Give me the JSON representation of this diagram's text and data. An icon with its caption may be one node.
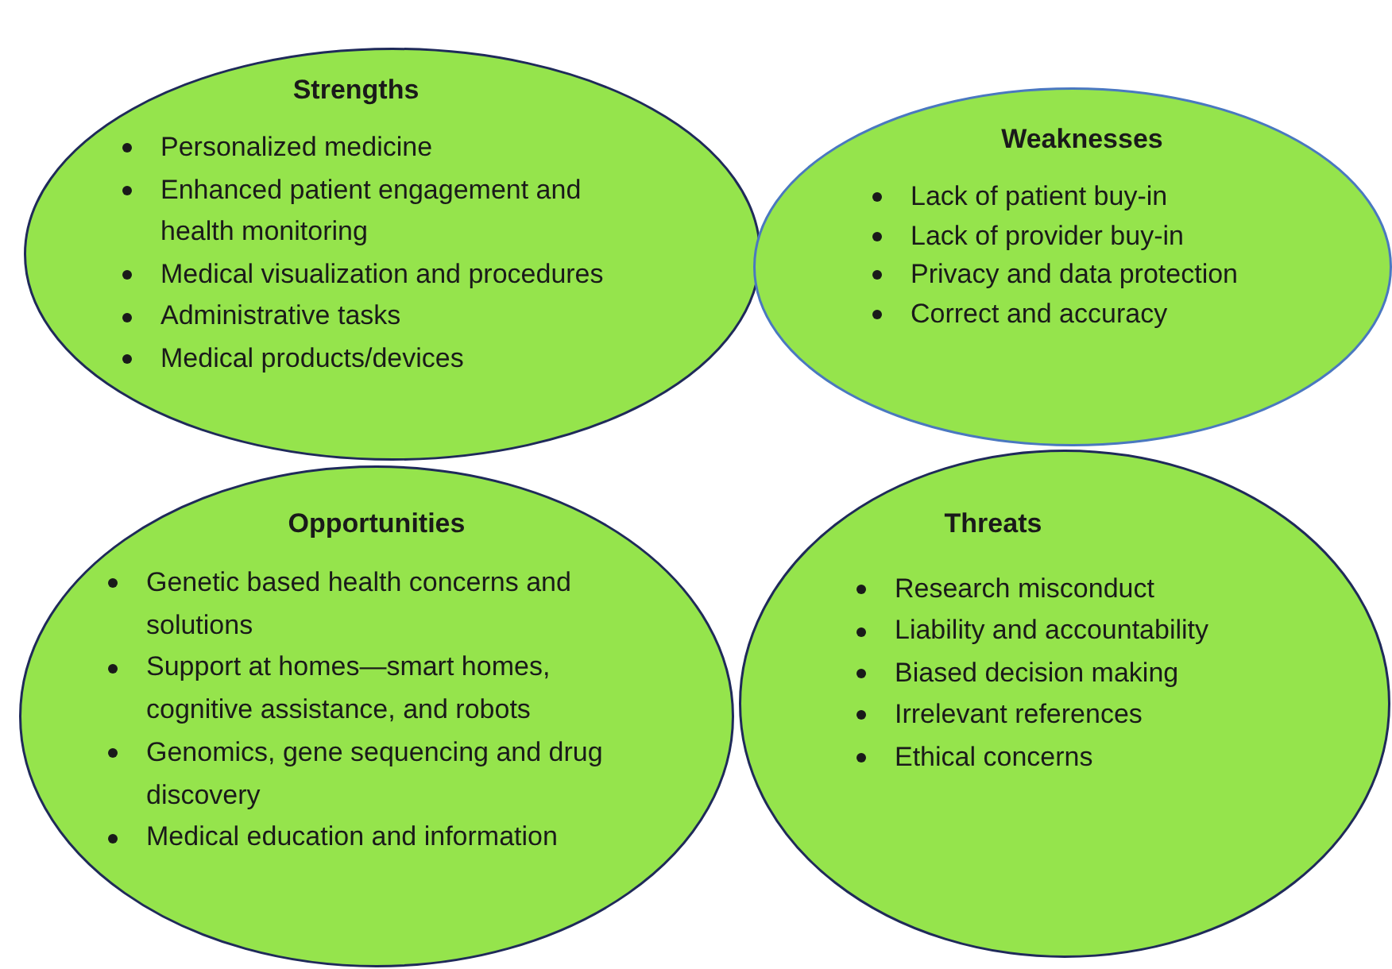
{
  "diagram": {
    "nodes": [
      {
        "text": [
          "Strengths",
          "Personalized medicine",
          "Enhanced patient engagement and health monitoring",
          "Medical visualization and procedures",
          "Administrative tasks",
          "Medical products/devices"
        ]
      },
      {
        "text": [
          "Weaknesses",
          "Lack of patient buy-in",
          "Lack of provider buy-in",
          "Privacy and data protection",
          "Correct and accuracy"
        ]
      },
      {
        "text": [
          "Opportunities",
          "Genetic based health concerns and solutions",
          "Support at homes—smart homes, cognitive assistance, and robots",
          "Genomics, gene sequencing and drug discovery",
          "Medical education and information"
        ]
      },
      {
        "text": [
          "Threats",
          "Research misconduct",
          "Liability and accountability",
          "Biased decision making",
          "Irrelevant references",
          "Ethical concerns"
        ]
      }
    ]
  }
}
